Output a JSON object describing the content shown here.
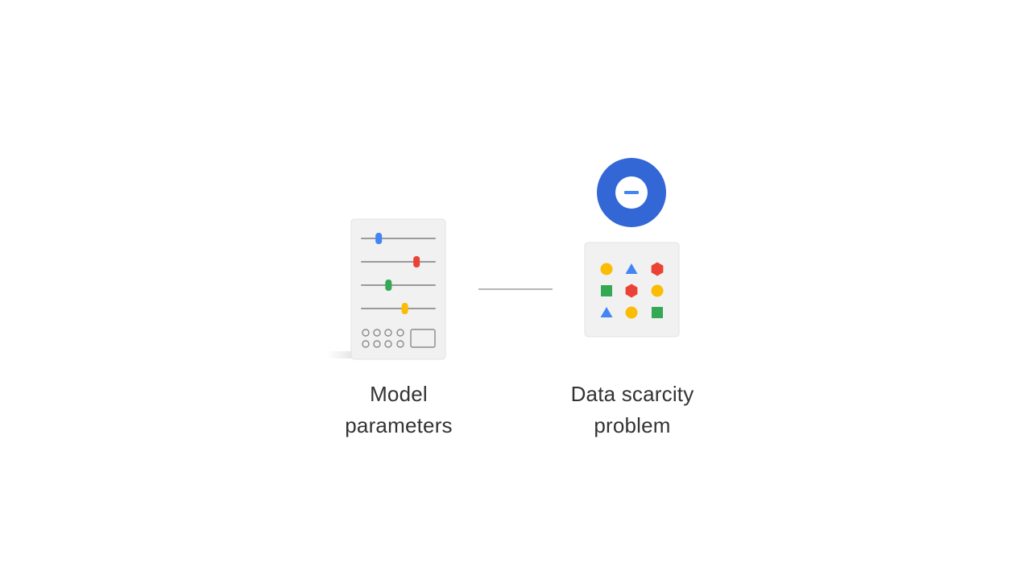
{
  "left_node": {
    "label_line1": "Model",
    "label_line2": "parameters",
    "icon": "control-panel-sliders-icon",
    "slider_colors": [
      "#4285F4",
      "#EA4335",
      "#34A853",
      "#FBBC04"
    ],
    "slider_levels": [
      0.2,
      0.78,
      0.35,
      0.6
    ]
  },
  "right_node": {
    "label_line1": "Data scarcity",
    "label_line2": "problem",
    "icon": "data-shapes-grid-icon",
    "badge_icon": "minus-circle-icon",
    "badge_color": "#3367D6",
    "grid": [
      [
        "circle-yellow",
        "triangle-blue",
        "hexagon-red"
      ],
      [
        "square-green",
        "hexagon-red",
        "circle-yellow"
      ],
      [
        "triangle-blue",
        "circle-yellow",
        "square-green"
      ]
    ]
  },
  "connector": {
    "color": "#9E9E9E"
  },
  "colors": {
    "blue": "#4285F4",
    "red": "#EA4335",
    "green": "#34A853",
    "yellow": "#FBBC04",
    "text": "#333333"
  }
}
